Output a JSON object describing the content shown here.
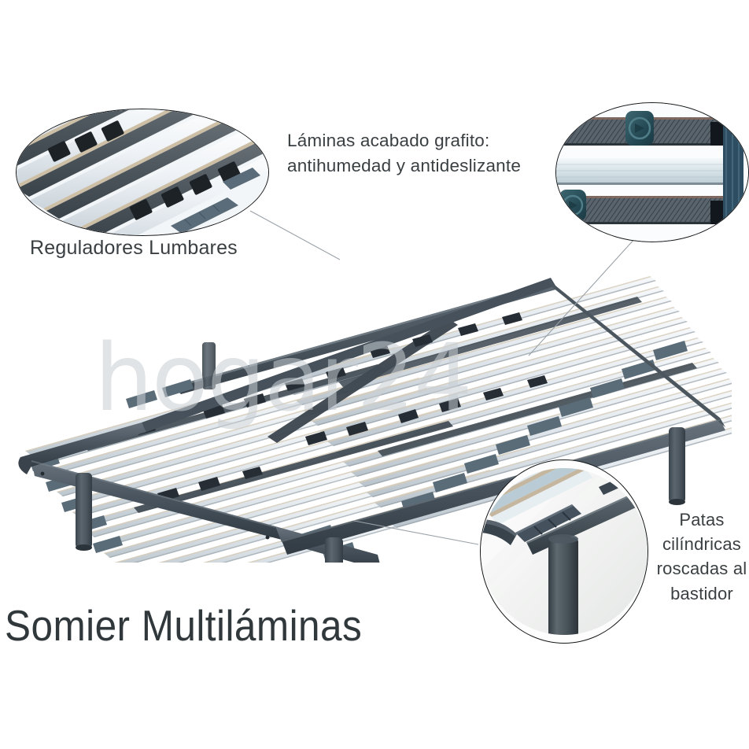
{
  "product": {
    "title": "Somier Multiláminas",
    "watermark": "hogar24",
    "background_color": "#ffffff",
    "text_color": "#3a3f42",
    "frame_color": "#4a555f",
    "frame_color_dark": "#36414b",
    "slat_color": "#e9eef1",
    "slat_color_shadow": "#c3ccd2",
    "slat_wood_edge": "#cbbfae",
    "clip_color": "#2e353c",
    "clip_color_light": "#5a6874",
    "leg_color": "#4f5a62",
    "graphite_color": "#555f67",
    "teal_holder_color": "#2f5660"
  },
  "callouts": [
    {
      "id": "lumbar",
      "label": "Reguladores Lumbares",
      "shape": "oval",
      "position": "top-left",
      "detail": "close-up of lumbar regulator clips sliding on graphite slats"
    },
    {
      "id": "slats",
      "label": "Láminas acabado grafito:\nantihumedad y antideslizante",
      "shape": "oval",
      "position": "top-right",
      "detail": "close-up of graphite-finish textured slats with teal end holders"
    },
    {
      "id": "legs",
      "label": "Patas\ncilíndricas\nroscadas al\nbastidor",
      "shape": "circle",
      "position": "bottom-right",
      "detail": "close-up of cylindrical leg screwed into the frame"
    }
  ]
}
